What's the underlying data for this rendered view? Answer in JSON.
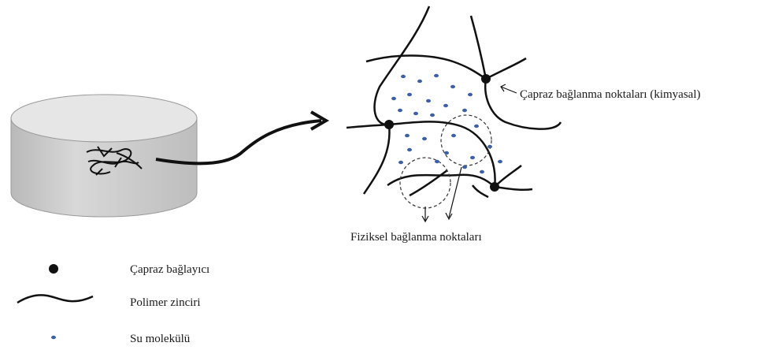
{
  "labels": {
    "chemical_crosslinks": "Çapraz bağlanma noktaları (kimyasal)",
    "physical_crosslinks": "Fiziksel bağlanma noktaları"
  },
  "legend": [
    {
      "icon": "crosslinker-dot-icon",
      "label": "Çapraz bağlayıcı"
    },
    {
      "icon": "polymer-chain-icon",
      "label": "Polimer zinciri"
    },
    {
      "icon": "water-molecule-icon",
      "label": "Su molekülü"
    }
  ],
  "colors": {
    "chain": "#111111",
    "water": "#3c5fa6",
    "cylinder_side": "#c8c8c8",
    "cylinder_top": "#e4e4e4"
  }
}
